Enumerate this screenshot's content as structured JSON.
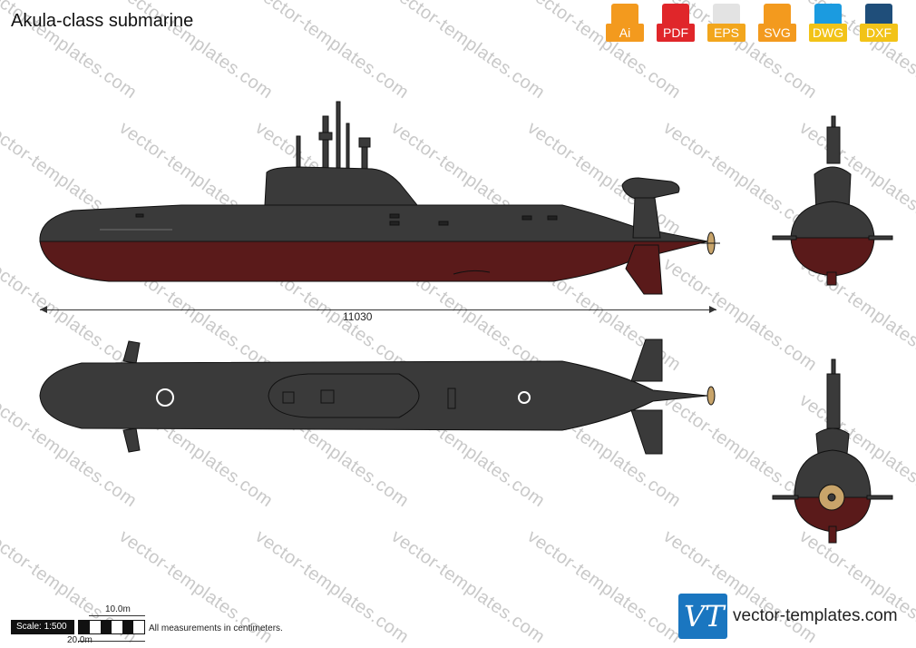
{
  "title": "Akula-class submarine",
  "watermark_text": "vector-templates.com",
  "formats": [
    {
      "label": "Ai",
      "color": "#f39a1e",
      "fold": "#f7bf6e"
    },
    {
      "label": "PDF",
      "color": "#e0262a",
      "fold": "#ee7476"
    },
    {
      "label": "EPS",
      "color": "#e3e3e3",
      "fold": "#f0f0f0",
      "tag": "#f2a61d"
    },
    {
      "label": "SVG",
      "color": "#f39a1e",
      "fold": "#f7bf6e"
    },
    {
      "label": "DWG",
      "color": "#1b9be0",
      "fold": "#6ac0ee",
      "tag": "#f2c318"
    },
    {
      "label": "DXF",
      "color": "#1f4e7a",
      "fold": "#5f87ad",
      "tag": "#f2c318"
    }
  ],
  "dimension": "11030",
  "scale": {
    "label": "Scale: 1:500",
    "top": "10.0m",
    "bottom": "20.0m"
  },
  "note": "All measurements in centimeters.",
  "logo_text": "VT",
  "brand": "vector-templates.com",
  "colors": {
    "hull_dark": "#3a3a3a",
    "hull_red": "#5a1a1a",
    "outline": "#111111",
    "propeller": "#c8a46a"
  }
}
